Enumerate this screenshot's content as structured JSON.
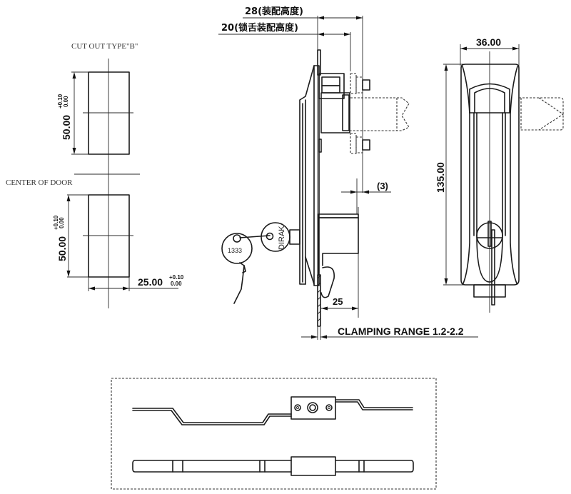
{
  "cutout": {
    "title": "CUT OUT TYPE\"B\"",
    "center_label": "CENTER OF DOOR",
    "height_top": {
      "value": "50.00",
      "tol_plus": "+0.10",
      "tol_minus": "0.00"
    },
    "height_bottom": {
      "value": "50.00",
      "tol_plus": "+0.10",
      "tol_minus": "0.00"
    },
    "width": {
      "value": "25.00",
      "tol_plus": "+0.10",
      "tol_minus": "0.00"
    }
  },
  "side_view": {
    "dim_assembly_height": "28(装配高度)",
    "dim_tongue_height": "20(锁舌装配高度)",
    "dim_gap": "(3)",
    "dim_depth": "25",
    "clamping_range": "CLAMPING RANGE 1.2-2.2",
    "key_tag_number": "1333",
    "key_brand": "DIRAK"
  },
  "front_view": {
    "width": "36.00",
    "height": "135.00"
  },
  "rod_detail": {
    "border_style": "dashed"
  },
  "colors": {
    "line": "#1a1a1a",
    "background": "#ffffff"
  }
}
